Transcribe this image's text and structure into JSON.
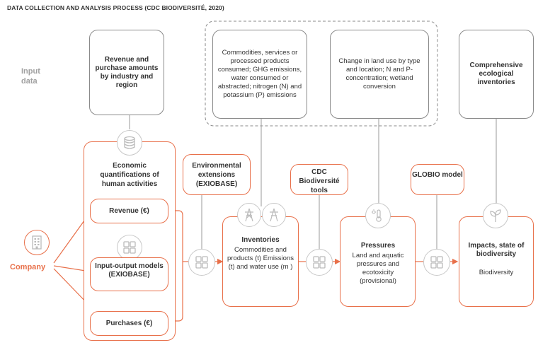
{
  "title": "DATA COLLECTION AND ANALYSIS PROCESS (CDC BIODIVERSITÉ, 2020)",
  "input_data_label_1": "Input",
  "input_data_label_2": "data",
  "company_label": "Company",
  "input_boxes": {
    "revenue": "Revenue and purchase amounts by industry and region",
    "commodities": "Commodities, services or processed products consumed; GHG emissions, water consumed or abstracted; nitrogen (N) and potassium (P) emissions",
    "land_use": "Change in land use by type and location; N and P- concentration; wetland conversion",
    "ecological": "Comprehensive ecological inventories"
  },
  "economic": {
    "title": "Economic quantifications of human activities",
    "revenue": "Revenue (€)",
    "io_models": "Input-output models (EXIOBASE)",
    "purchases": "Purchases (€)"
  },
  "tools": {
    "env_ext": "Environmental extensions (EXIOBASE)",
    "cdc_tools": "CDC Biodiversité tools",
    "globio": "GLOBIO model"
  },
  "stages": {
    "inventories_title": "Inventories",
    "inventories_body": "Commodities and products (t) Emissions (t) and water use (m )",
    "pressures_title": "Pressures",
    "pressures_body": "Land and aquatic pressures and ecotoxicity (provisional)",
    "impacts_title": "Impacts, state of biodiversity",
    "impacts_body": "Biodiversity"
  },
  "colors": {
    "accent": "#e8704a",
    "gray_border": "#8a8a8a",
    "label_gray": "#a0a0a0"
  },
  "icons": [
    "database-icon",
    "building-icon",
    "calculator-icon",
    "power-pylon-icon",
    "thermometer-sun-icon",
    "plant-sprout-icon"
  ]
}
